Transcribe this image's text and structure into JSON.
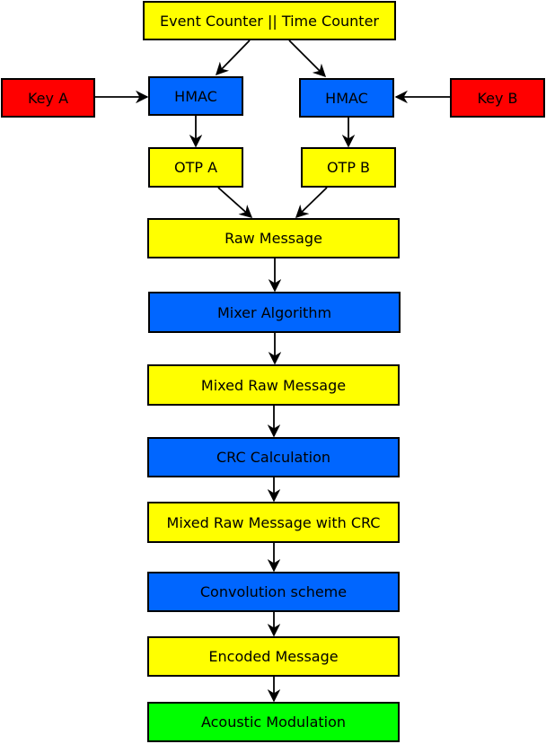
{
  "colors": {
    "data": "#ffff00",
    "process": "#0066ff",
    "key": "#ff0000",
    "output": "#00ff00",
    "stroke": "#000000"
  },
  "nodes": {
    "counter": "Event Counter || Time Counter",
    "key_a": "Key A",
    "key_b": "Key B",
    "hmac_a": "HMAC",
    "hmac_b": "HMAC",
    "otp_a": "OTP A",
    "otp_b": "OTP B",
    "raw_message": "Raw Message",
    "mixer": "Mixer Algorithm",
    "mixed_raw": "Mixed Raw Message",
    "crc_calc": "CRC Calculation",
    "mixed_crc": "Mixed Raw Message with CRC",
    "convolution": "Convolution scheme",
    "encoded": "Encoded Message",
    "acoustic": "Acoustic Modulation"
  }
}
